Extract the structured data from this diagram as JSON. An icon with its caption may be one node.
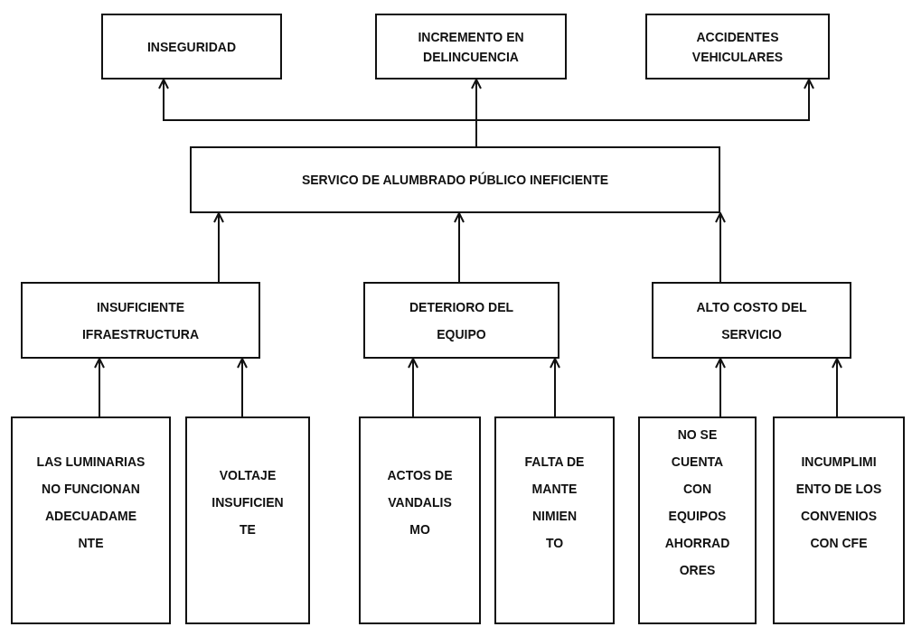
{
  "diagram": {
    "nodes": [
      {
        "text": [
          "INSEGURIDAD"
        ]
      },
      {
        "text": [
          "INCREMENTO EN DELINCUENCIA"
        ]
      },
      {
        "text": [
          "ACCIDENTES VEHICULARES"
        ]
      },
      {
        "text": [
          "SERVICO DE ALUMBRADO PÚBLICO INEFICIENTE"
        ]
      },
      {
        "text": [
          "INSUFICIENTE IFRAESTRUCTURA"
        ]
      },
      {
        "text": [
          "DETERIORO DEL EQUIPO"
        ]
      },
      {
        "text": [
          "ALTO COSTO DEL SERVICIO"
        ]
      },
      {
        "text": [
          "LAS LUMINARIAS NO FUNCIONAN ADECUADAME NTE"
        ]
      },
      {
        "text": [
          "VOLTAJE INSUFICIEN TE"
        ]
      },
      {
        "text": [
          "ACTOS DE VANDALIS MO"
        ]
      },
      {
        "text": [
          "FALTA DE MANTE NIMIEN TO"
        ]
      },
      {
        "text": [
          "NO SE CUENTA CON EQUIPOS AHORRAD ORES"
        ]
      },
      {
        "text": [
          "INCUMPLIMI ENTO DE LOS CONVENIOS CON CFE"
        ]
      }
    ],
    "edges": [
      {
        "from": 3,
        "to": 0,
        "arrow": "to"
      },
      {
        "from": 3,
        "to": 1,
        "arrow": "to"
      },
      {
        "from": 3,
        "to": 2,
        "arrow": "to"
      },
      {
        "from": 4,
        "to": 3,
        "arrow": "to"
      },
      {
        "from": 5,
        "to": 3,
        "arrow": "to"
      },
      {
        "from": 6,
        "to": 3,
        "arrow": "to"
      },
      {
        "from": 7,
        "to": 4,
        "arrow": "to"
      },
      {
        "from": 8,
        "to": 4,
        "arrow": "to"
      },
      {
        "from": 9,
        "to": 5,
        "arrow": "to"
      },
      {
        "from": 10,
        "to": 5,
        "arrow": "to"
      },
      {
        "from": 11,
        "to": 6,
        "arrow": "to"
      },
      {
        "from": 12,
        "to": 6,
        "arrow": "to"
      }
    ]
  }
}
